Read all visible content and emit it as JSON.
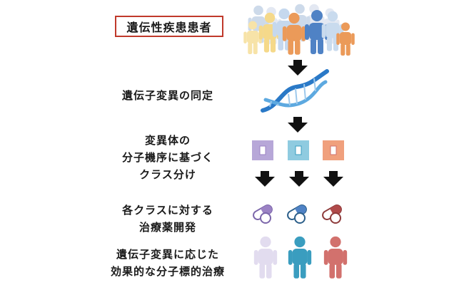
{
  "patients_label": "遺伝性疾患患者",
  "steps": {
    "identify": "遺伝子変異の同定",
    "classify_line1": "変異体の",
    "classify_line2": "分子機序に基づく",
    "classify_line3": "クラス分け",
    "drug_line1": "各クラスに対する",
    "drug_line2": "治療薬開発",
    "therapy_line1": "遺伝子変異に応じた",
    "therapy_line2": "効果的な分子標的治療"
  },
  "colors": {
    "class_purple": "#9b82c4",
    "class_blue": "#3a9dbf",
    "class_red": "#d2716d",
    "crowd_yellow": "#f5d98a",
    "crowd_lightblue": "#c9dbee",
    "crowd_orange": "#eb9a59",
    "crowd_blue": "#4f82c5",
    "dna_blue": "#2a79c7"
  },
  "icons": [
    "people-crowd-icon",
    "dna-helix-icon",
    "class-square-icon",
    "capsule-pill-icon",
    "person-icon"
  ]
}
